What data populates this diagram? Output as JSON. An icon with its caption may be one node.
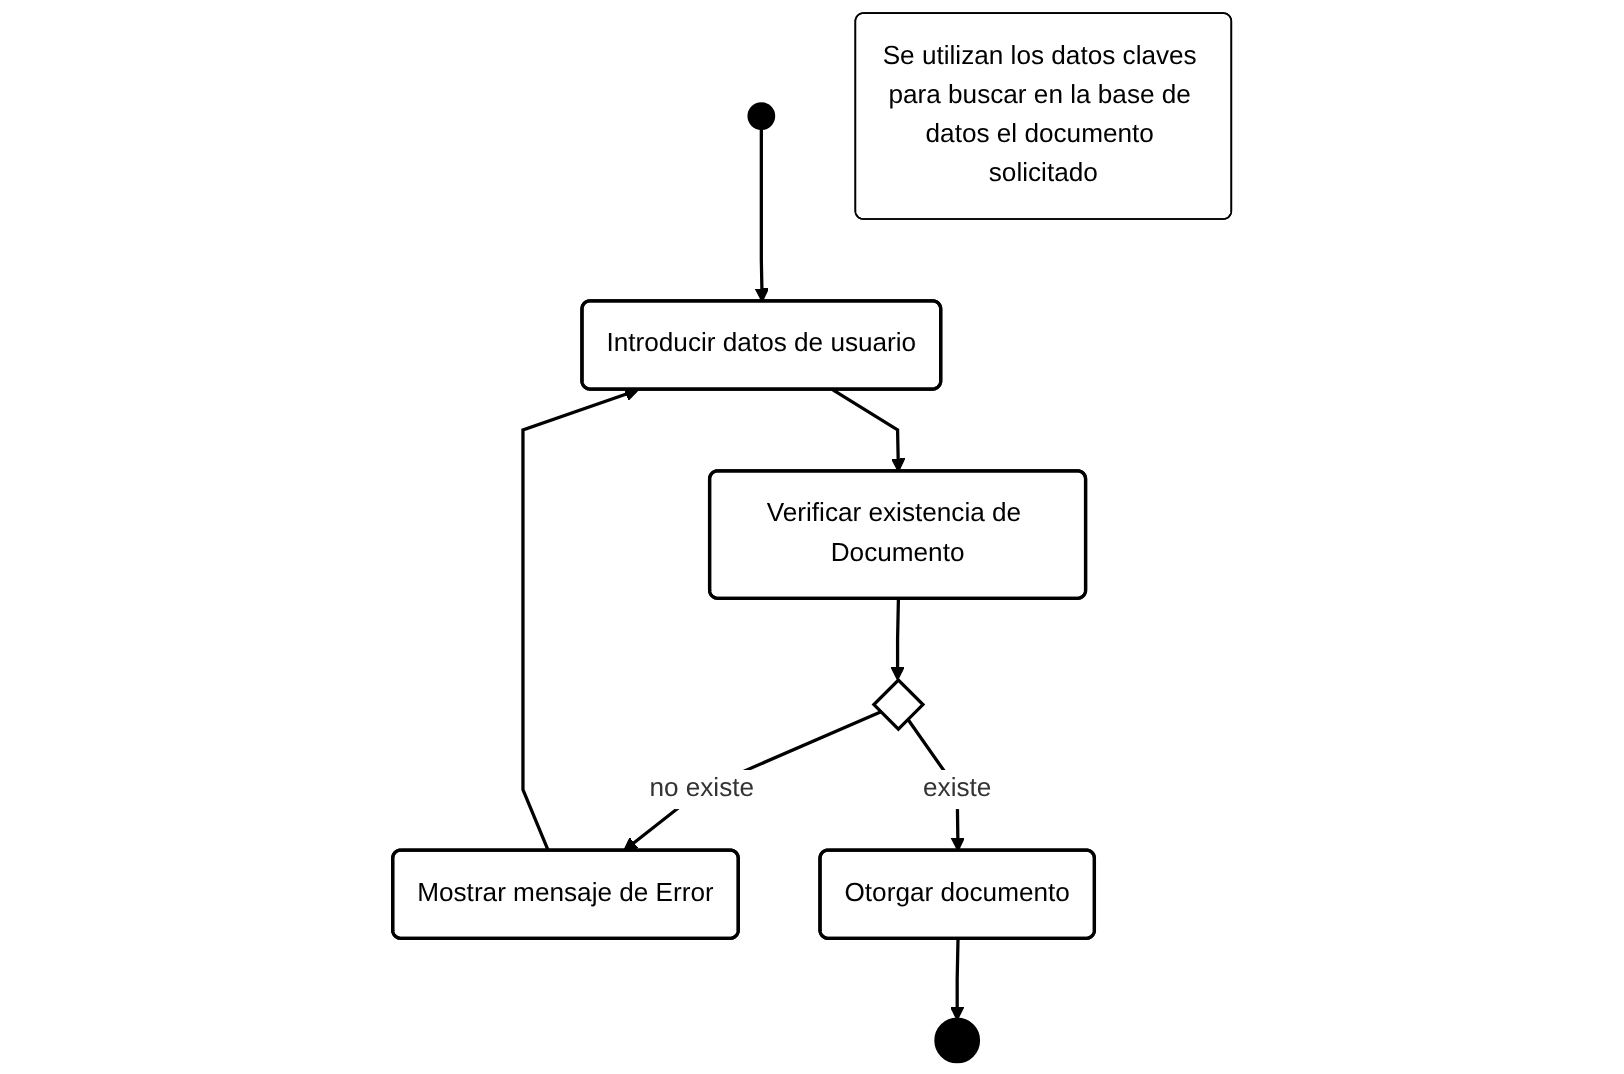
{
  "diagram": {
    "nodes": [
      {
        "text": [],
        "shape": "circle"
      },
      {
        "text": [
          "Introducir datos de usuario"
        ]
      },
      {
        "text": [
          "Verificar existencia de Documento"
        ]
      },
      {
        "text": [],
        "shape": "diamond"
      },
      {
        "text": [
          "Mostrar mensaje de Error"
        ]
      },
      {
        "text": [
          "Otorgar documento"
        ]
      },
      {
        "text": [],
        "shape": "circle"
      },
      {
        "text": [
          "Se utilizan los datos claves para buscar en la base de datos el documento solicitado"
        ]
      }
    ],
    "edges": [
      {
        "from": 0,
        "to": 1,
        "arrow": "to"
      },
      {
        "from": 1,
        "to": 2,
        "arrow": "to"
      },
      {
        "from": 2,
        "to": 3,
        "arrow": "to"
      },
      {
        "from": 3,
        "to": 4,
        "arrow": "to",
        "label": "no existe"
      },
      {
        "from": 3,
        "to": 5,
        "arrow": "to",
        "label": "existe"
      },
      {
        "from": 4,
        "to": 1,
        "arrow": "to"
      },
      {
        "from": 5,
        "to": 6,
        "arrow": "to"
      }
    ]
  }
}
